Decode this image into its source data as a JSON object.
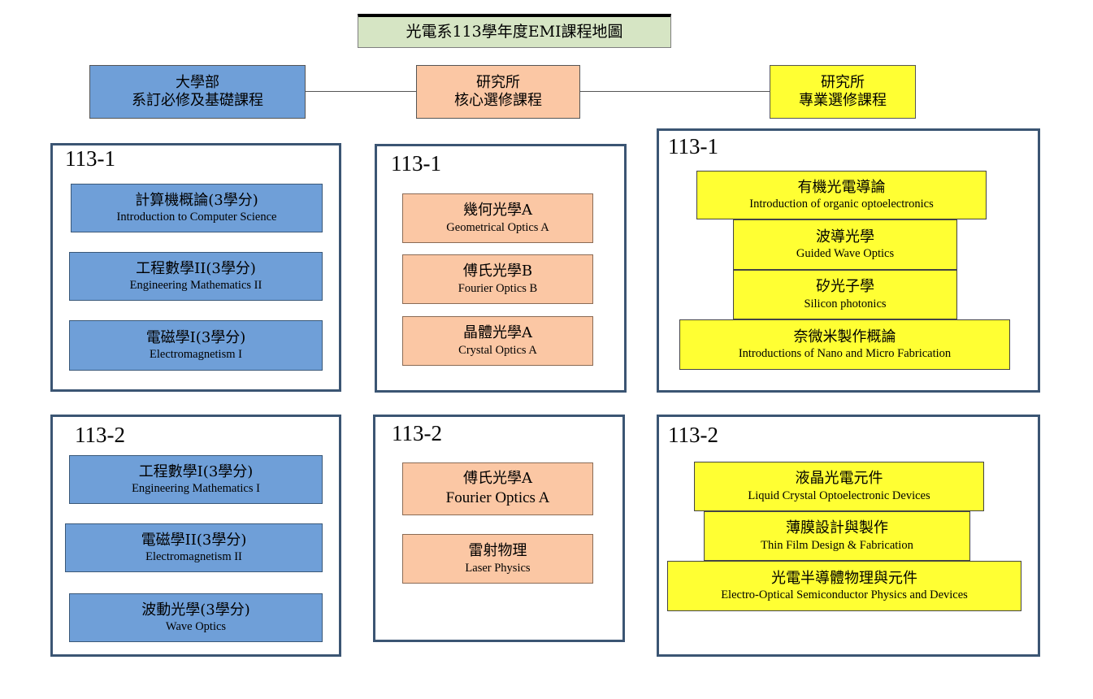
{
  "title": "光電系113學年度EMI課程地圖",
  "headers": {
    "undergrad": {
      "line1": "大學部",
      "line2": "系訂必修及基礎課程"
    },
    "grad_core": {
      "line1": "研究所",
      "line2": "核心選修課程"
    },
    "grad_special": {
      "line1": "研究所",
      "line2": "專業選修課程"
    }
  },
  "colors": {
    "blue": "#6f9fd8",
    "orange": "#fbc7a4",
    "yellow": "#ffff33",
    "title_bg": "#d6e5c4",
    "panel_border": "#3b5573"
  },
  "undergrad": {
    "s1": {
      "label": "113-1",
      "courses": [
        {
          "zh": "計算機概論(3學分)",
          "en": "Introduction to Computer Science"
        },
        {
          "zh": "工程數學II(3學分)",
          "en": "Engineering  Mathematics  II"
        },
        {
          "zh": "電磁學I(3學分)",
          "en": "Electromagnetism  I"
        }
      ]
    },
    "s2": {
      "label": "113-2",
      "courses": [
        {
          "zh": "工程數學I(3學分)",
          "en": "Engineering  Mathematics  I"
        },
        {
          "zh": "電磁學II(3學分)",
          "en": "Electromagnetism  II"
        },
        {
          "zh": "波動光學(3學分)",
          "en": "Wave Optics"
        }
      ]
    }
  },
  "grad_core": {
    "s1": {
      "label": "113-1",
      "courses": [
        {
          "zh": "幾何光學A",
          "en": "Geometrical  Optics  A"
        },
        {
          "zh": "傅氏光學B",
          "en": "Fourier Optics  B"
        },
        {
          "zh": "晶體光學A",
          "en": "Crystal  Optics  A"
        }
      ]
    },
    "s2": {
      "label": "113-2",
      "courses": [
        {
          "zh": "傅氏光學A",
          "en": "Fourier Optics A"
        },
        {
          "zh": "雷射物理",
          "en": "Laser Physics"
        }
      ]
    }
  },
  "grad_special": {
    "s1": {
      "label": "113-1",
      "courses": [
        {
          "zh": "有機光電導論",
          "en": "Introduction  of  organic  optoelectronics"
        },
        {
          "zh": "波導光學",
          "en": "Guided  Wave  Optics"
        },
        {
          "zh": "矽光子學",
          "en": "Silicon  photonics"
        },
        {
          "zh": "奈微米製作概論",
          "en": "Introductions  of  Nano and  Micro  Fabrication"
        }
      ]
    },
    "s2": {
      "label": "113-2",
      "courses": [
        {
          "zh": "液晶光電元件",
          "en": "Liquid  Crystal  Optoelectronic  Devices"
        },
        {
          "zh": "薄膜設計與製作",
          "en": "Thin  Film  Design  &  Fabrication"
        },
        {
          "zh": "光電半導體物理與元件",
          "en": "Electro-Optical  Semiconductor  Physics  and Devices"
        }
      ]
    }
  }
}
